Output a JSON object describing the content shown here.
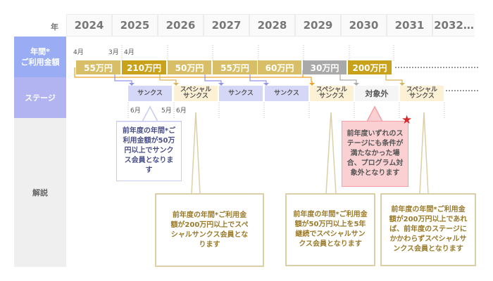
{
  "header": {
    "year_label": "年",
    "years": [
      "2024",
      "2025",
      "2026",
      "2027",
      "2028",
      "2029",
      "2030",
      "2031",
      "2032…"
    ]
  },
  "rows": {
    "amount": "年間*\nご利用金額",
    "stage": "ステージ",
    "note": "解説"
  },
  "amounts": [
    {
      "label": "55万円",
      "color": "#d8bf67"
    },
    {
      "label": "210万円",
      "color": "#c9a21c"
    },
    {
      "label": "50万円",
      "color": "#d8bf67"
    },
    {
      "label": "55万円",
      "color": "#d8bf67"
    },
    {
      "label": "60万円",
      "color": "#d8bf67"
    },
    {
      "label": "30万円",
      "color": "#a9a9a9"
    },
    {
      "label": "200万円",
      "color": "#c9a21c"
    }
  ],
  "months_top": [
    "4月",
    "3月",
    "4月"
  ],
  "months_bottom": [
    "6月",
    "5月",
    "6月"
  ],
  "stages": [
    "サンクス",
    "スペシャルサンクス",
    "サンクス",
    "サンクス",
    "スペシャルサンクス",
    "対象外",
    "スペシャルサンクス"
  ],
  "notes": {
    "thanks": "前年度の年間*ご利用金額が50万円以上でサンクス会員となります",
    "special": "前年度の年間*ご利用金額が200万円以上でスペシャルサンクス会員となります",
    "five_year": "前年度の年間*ご利用金額が50万円以上を5年継続でスペシャルサンクス会員となります",
    "excluded": "前年度いずれのステージにも条件が満たなかった場合、プログラム対象外となります",
    "regardless": "前年度の年間*ご利用金額が200万円以上であれば、前年度のステージにかかわらずスペシャルサンクス会員となります"
  },
  "colors": {
    "thanks": "#d5d7f7",
    "special": "#fcf0d5",
    "excluded": "#f5f5f5",
    "blue": "#8f93ea",
    "gold": "#d6b55a",
    "orange": "#f0a020",
    "pink": "#fbd0d3"
  }
}
